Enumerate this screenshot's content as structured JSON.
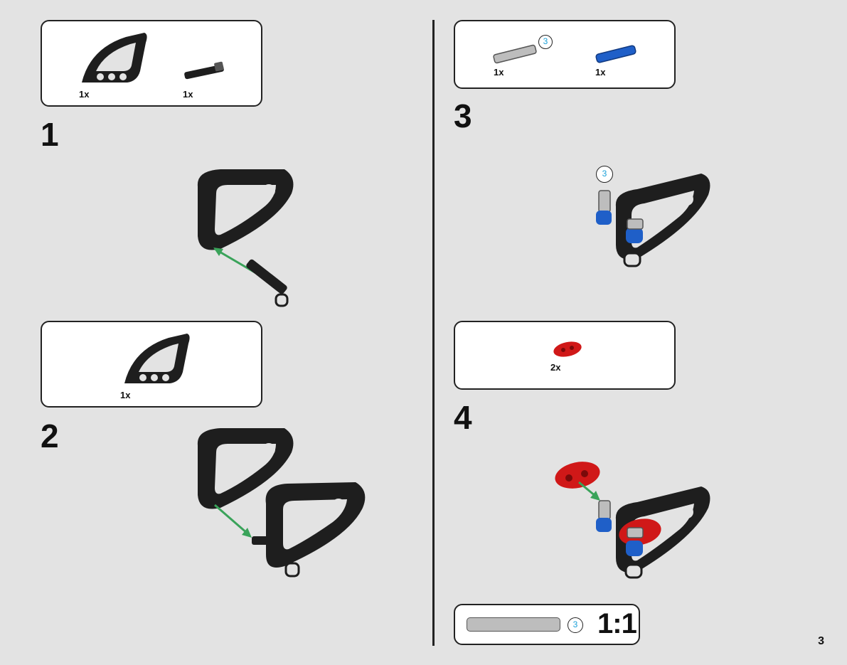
{
  "page_number": "3",
  "steps": [
    {
      "number": "1",
      "parts": [
        {
          "qty": "1x",
          "part": "black-curved-beam"
        },
        {
          "qty": "1x",
          "part": "black-axle-pin"
        }
      ]
    },
    {
      "number": "2",
      "parts": [
        {
          "qty": "1x",
          "part": "black-curved-beam"
        }
      ]
    },
    {
      "number": "3",
      "parts": [
        {
          "qty": "1x",
          "part": "grey-axle-3"
        },
        {
          "qty": "1x",
          "part": "blue-axle-pin"
        }
      ],
      "axle_length": "3"
    },
    {
      "number": "4",
      "parts": [
        {
          "qty": "2x",
          "part": "red-connector"
        }
      ]
    }
  ],
  "scale_box": {
    "axle_length": "3",
    "scale_label": "1:1"
  },
  "callout_3_length": "3",
  "colors": {
    "arrow": "#3aa35a",
    "blue_part": "#1f5fc8",
    "red_part": "#d01818",
    "beam": "#1e1e1e",
    "length_text": "#1aa0d8"
  }
}
